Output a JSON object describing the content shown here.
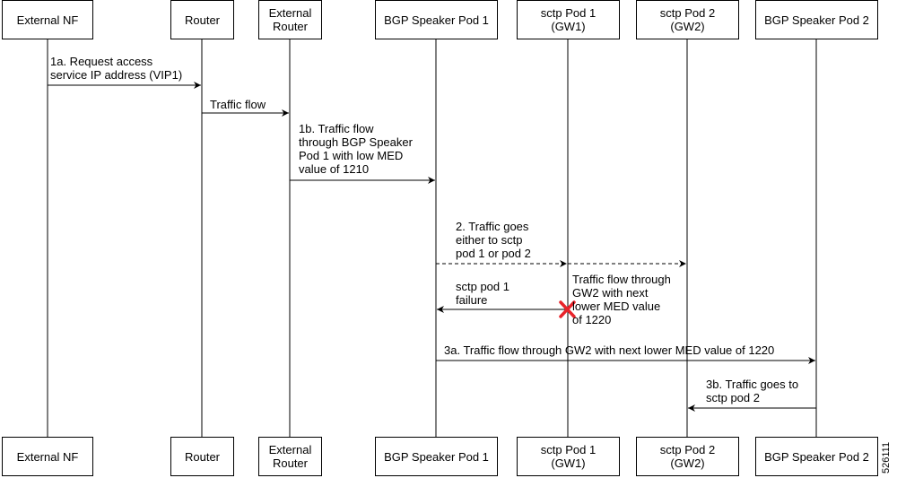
{
  "participants": [
    {
      "id": "external-nf",
      "label": "External NF"
    },
    {
      "id": "router",
      "label": "Router"
    },
    {
      "id": "external-router",
      "label": "External\nRouter"
    },
    {
      "id": "bgp-speaker-pod-1",
      "label": "BGP Speaker Pod 1"
    },
    {
      "id": "sctp-pod-1",
      "label": "sctp Pod 1\n(GW1)"
    },
    {
      "id": "sctp-pod-2",
      "label": "sctp Pod 2\n(GW2)"
    },
    {
      "id": "bgp-speaker-pod-2",
      "label": "BGP Speaker Pod 2"
    }
  ],
  "messages": [
    {
      "id": "msg-1a",
      "from": "external-nf",
      "to": "router",
      "style": "solid",
      "label": "1a. Request access\nservice IP address (VIP1)"
    },
    {
      "id": "msg-traffic-flow",
      "from": "router",
      "to": "external-router",
      "style": "solid",
      "label": "Traffic flow"
    },
    {
      "id": "msg-1b",
      "from": "external-router",
      "to": "bgp-speaker-pod-1",
      "style": "solid",
      "label": "1b. Traffic flow\nthrough BGP Speaker\nPod 1 with low MED\nvalue of 1210"
    },
    {
      "id": "msg-2a",
      "from": "bgp-speaker-pod-1",
      "to": "sctp-pod-1",
      "style": "dashed",
      "label": "2. Traffic goes\neither to sctp\npod 1 or pod 2"
    },
    {
      "id": "msg-2b",
      "from": "sctp-pod-1",
      "to": "sctp-pod-2",
      "style": "dashed",
      "label": ""
    },
    {
      "id": "msg-failure",
      "from": "sctp-pod-1",
      "to": "bgp-speaker-pod-1",
      "style": "solid",
      "label": "sctp pod 1\nfailure"
    },
    {
      "id": "msg-3a",
      "from": "bgp-speaker-pod-1",
      "to": "bgp-speaker-pod-2",
      "style": "solid",
      "label": "3a. Traffic flow through GW2 with next lower MED value of 1220"
    },
    {
      "id": "msg-3b",
      "from": "bgp-speaker-pod-2",
      "to": "sctp-pod-2",
      "style": "solid",
      "label": "3b. Traffic goes to\nsctp pod 2"
    }
  ],
  "notes": {
    "gw2_note": "Traffic flow through\nGW2 with next\n lower MED value\nof 1220"
  },
  "failure_marker": {
    "icon": "x-mark-icon",
    "color": "#e8232a"
  },
  "figure_id": "526111"
}
